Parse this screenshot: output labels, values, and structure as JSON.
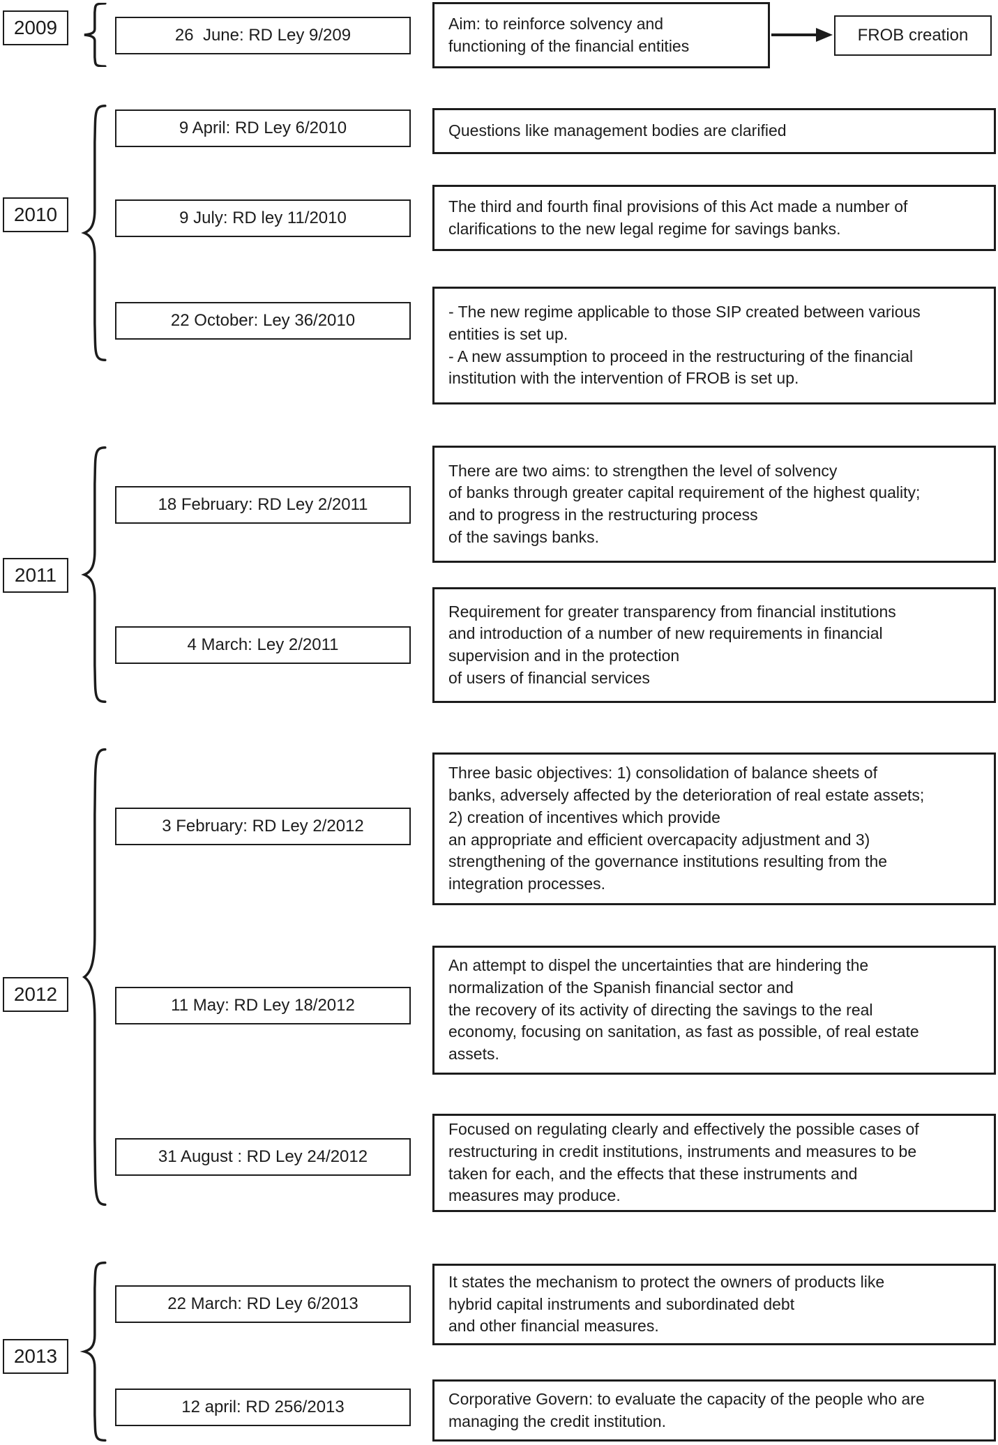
{
  "colors": {
    "ink": "#1c1c1c",
    "paper": "#ffffff"
  },
  "diagram_type": "timeline-flow",
  "groups": [
    {
      "year": "2009",
      "entries": [
        {
          "date_label": "26  June: RD Ley 9/209",
          "description": "Aim: to reinforce solvency and\nfunctioning of the financial entities"
        }
      ],
      "outcome": "FROB creation"
    },
    {
      "year": "2010",
      "entries": [
        {
          "date_label": "9 April: RD Ley 6/2010",
          "description": "Questions like management bodies are clarified"
        },
        {
          "date_label": "9 July: RD ley 11/2010",
          "description": "The third and fourth final provisions of this Act made a number of\nclarifications to the new legal regime for savings banks."
        },
        {
          "date_label": "22 October: Ley 36/2010",
          "description": "- The new regime applicable to those SIP created between various\nentities is set up.\n- A new assumption to proceed in the restructuring of the financial\ninstitution with the intervention of FROB is set up."
        }
      ]
    },
    {
      "year": "2011",
      "entries": [
        {
          "date_label": "18 February: RD Ley 2/2011",
          "description": "There are two aims: to strengthen the level of solvency\nof banks through greater capital requirement of the highest quality;\nand to progress in the restructuring process\nof the savings banks."
        },
        {
          "date_label": "4 March: Ley 2/2011",
          "description": "Requirement for greater transparency from financial institutions\nand introduction of a number of new requirements in financial\nsupervision and in the protection\nof users of financial services"
        }
      ]
    },
    {
      "year": "2012",
      "entries": [
        {
          "date_label": "3 February: RD Ley 2/2012",
          "description": "Three basic objectives: 1) consolidation of balance sheets of\nbanks, adversely affected by the deterioration of real estate assets;\n2) creation of incentives which provide\nan appropriate and efficient overcapacity adjustment and 3)\nstrengthening of the governance institutions resulting from the\nintegration processes."
        },
        {
          "date_label": "11 May: RD Ley 18/2012",
          "description": "An attempt to dispel the uncertainties that are hindering the\nnormalization of the Spanish financial sector and\nthe recovery of its activity of directing the savings to the real\neconomy, focusing on sanitation, as fast as possible, of real estate\nassets."
        },
        {
          "date_label": "31 August : RD Ley 24/2012",
          "description": "Focused on regulating clearly and effectively the possible cases of\nrestructuring in credit institutions, instruments and measures to be\ntaken for each, and the effects that these instruments and\nmeasures may produce."
        }
      ]
    },
    {
      "year": "2013",
      "entries": [
        {
          "date_label": "22 March: RD Ley 6/2013",
          "description": "It states the mechanism to protect the owners of products like\nhybrid capital instruments and subordinated debt\nand other financial measures."
        },
        {
          "date_label": "12 april: RD 256/2013",
          "description": "Corporative Govern: to evaluate the capacity of the people who are\nmanaging the credit institution."
        }
      ]
    }
  ]
}
